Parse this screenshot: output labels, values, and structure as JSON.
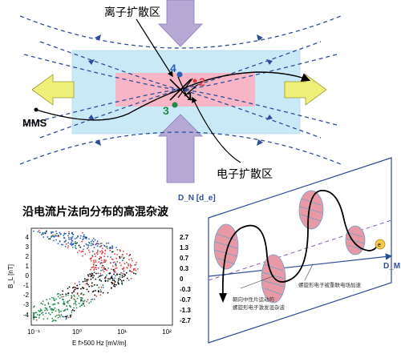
{
  "top": {
    "label_ion_region": "离子扩散区",
    "label_electron_region": "电子扩散区",
    "label_mms": "MMS",
    "spacecraft": [
      {
        "id": "1",
        "color": "#000000"
      },
      {
        "id": "2",
        "color": "#e03a3a"
      },
      {
        "id": "3",
        "color": "#1e8a4a"
      },
      {
        "id": "4",
        "color": "#2b5fb8"
      }
    ],
    "colors": {
      "ion_box": "#c9e9f7",
      "electron_box": "#f6b6c6",
      "inflow_arrow": "#b6a9d6",
      "outflow_arrow": "#eef07a",
      "field_lines": "#2d4d9a"
    }
  },
  "bottom_left": {
    "title": "沿电流片法向分布的高混杂波",
    "ylabel": "B_L [nT]",
    "xlabel": "E f>500 Hz [mV/m]",
    "x_ticks": [
      "10⁻¹",
      "10⁰",
      "10¹",
      "10²"
    ],
    "y_ticks": [
      "4",
      "3",
      "2",
      "1",
      "0",
      "-1",
      "-2",
      "-3",
      "-4"
    ],
    "right_ticks": [
      "2.7",
      "1.3",
      "0.7",
      "0.3",
      "0",
      "-0.3",
      "-0.7",
      "-1.3",
      "-2.7"
    ],
    "series_colors": [
      "#2b5fb8",
      "#e03a3a",
      "#1e8a4a",
      "#000000"
    ]
  },
  "bottom_right": {
    "axis_dn": "D_N [d_e]",
    "axis_dm": "D_M",
    "annotation_left": [
      "朝向中性片运动的",
      "螺旋形电子激发混杂波"
    ],
    "annotation_right": "螺旋形电子被重联电场加速",
    "electron_label": "e",
    "colors": {
      "lobe": "#e79aa5",
      "spiral": "#6aa0c8",
      "path": "#000000",
      "dashed": "#8a5aa8"
    }
  }
}
